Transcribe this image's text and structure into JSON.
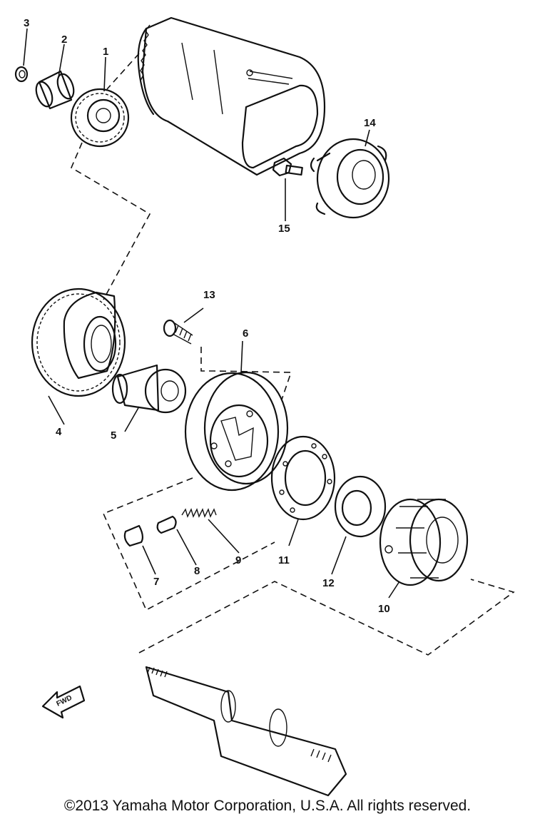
{
  "parts": [
    {
      "number": "1"
    },
    {
      "number": "2"
    },
    {
      "number": "3"
    },
    {
      "number": "4"
    },
    {
      "number": "5"
    },
    {
      "number": "6"
    },
    {
      "number": "7"
    },
    {
      "number": "8"
    },
    {
      "number": "9"
    },
    {
      "number": "10"
    },
    {
      "number": "11"
    },
    {
      "number": "12"
    },
    {
      "number": "13"
    },
    {
      "number": "14"
    },
    {
      "number": "15"
    }
  ],
  "direction_arrow": {
    "label": "FWD"
  },
  "copyright": "©2013 Yamaha Motor Corporation, U.S.A. All rights reserved."
}
